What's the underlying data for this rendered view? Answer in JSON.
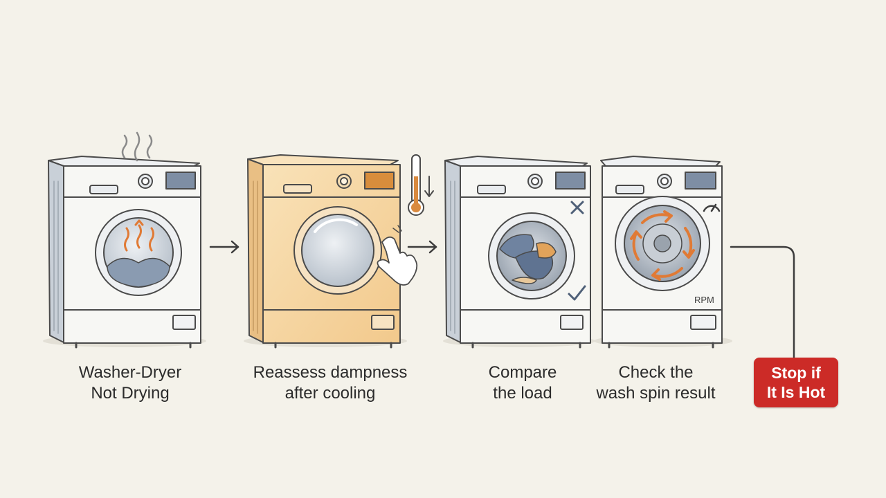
{
  "steps": [
    {
      "line1": "Washer-Dryer",
      "line2": "Not Drying",
      "illustration": "washer-steam-icon"
    },
    {
      "line1": "Reassess dampness",
      "line2": "after cooling",
      "illustration": "washer-cooling-hand-icon"
    },
    {
      "line1": "Compare",
      "line2": "the load",
      "illustration": "washer-load-compare-icon"
    },
    {
      "line1": "Check the",
      "line2": "wash spin result",
      "illustration": "washer-spin-icon"
    }
  ],
  "rpm_label": "RPM",
  "stop": {
    "line1": "Stop if",
    "line2": "It Is Hot"
  },
  "colors": {
    "background": "#f4f2ea",
    "outline": "#4a4a4a",
    "washer_body": "#f7f7f4",
    "warm_washer": "#f6d9a8",
    "accent_orange": "#e58a3a",
    "stop_red": "#cc2b27",
    "laundry_blue": "#7d8fa6"
  }
}
